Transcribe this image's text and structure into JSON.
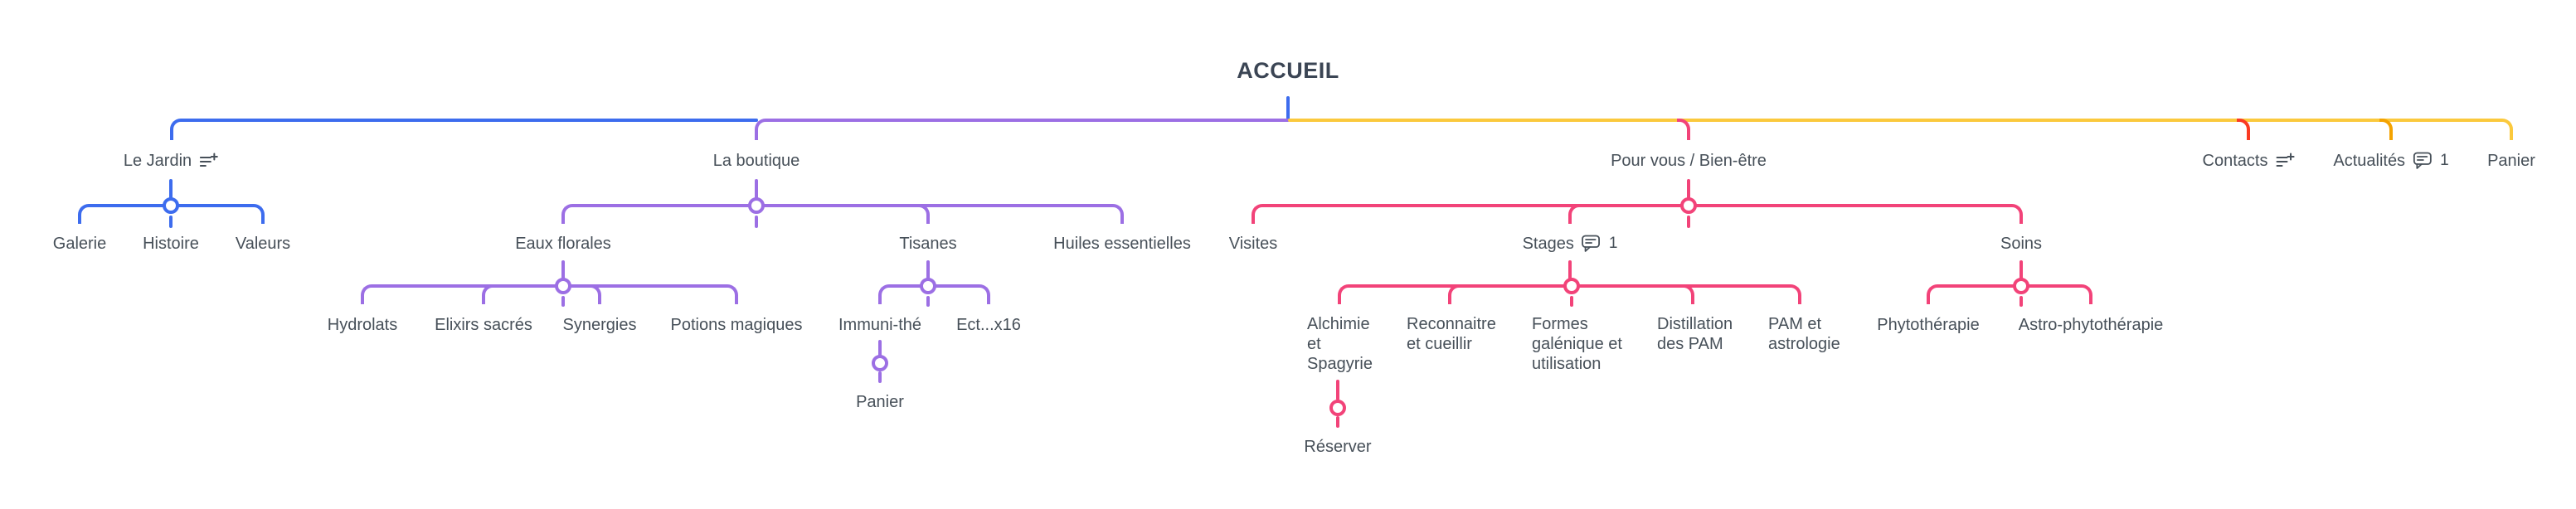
{
  "title": "ACCUEIL",
  "colors": {
    "blue": "#3D6CEE",
    "purple": "#9C6FE4",
    "pink": "#F24379",
    "red": "#FA3A22",
    "orange": "#F4A301",
    "yellow": "#FBC93D",
    "text": "#475059",
    "title_text": "#3B4554",
    "background": "#FFFFFF"
  },
  "sections": {
    "jardin": {
      "label": "Le Jardin",
      "icon": "notes-add-icon",
      "color": "#3D6CEE",
      "children": {
        "galerie": "Galerie",
        "histoire": "Histoire",
        "valeurs": "Valeurs"
      }
    },
    "boutique": {
      "label": "La boutique",
      "color": "#9C6FE4",
      "children": {
        "eaux_florales": {
          "label": "Eaux florales",
          "children": {
            "hydrolats": "Hydrolats",
            "elixirs_sacres": "Elixirs sacrés",
            "synergies": "Synergies",
            "potions_magiques": "Potions magiques"
          }
        },
        "tisanes": {
          "label": "Tisanes",
          "children": {
            "immuni_the": {
              "label": "Immuni-thé",
              "children": {
                "panier": "Panier"
              }
            },
            "ect": "Ect...x16"
          }
        },
        "huiles_essentielles": "Huiles essentielles"
      }
    },
    "pour_vous": {
      "label": "Pour vous / Bien-être",
      "color": "#F24379",
      "children": {
        "visites": "Visites",
        "stages": {
          "label": "Stages",
          "badge_icon": "comments-icon",
          "badge": "1",
          "children": {
            "alchimie": {
              "label": "Alchimie et Spagyrie",
              "children": {
                "reserver": "Réserver"
              }
            },
            "reconnaitre": "Reconnaitre et cueillir",
            "formes": "Formes galénique et utilisation",
            "distillation": "Distillation des PAM",
            "pam": "PAM et astrologie"
          }
        },
        "soins": {
          "label": "Soins",
          "children": {
            "phytotherapie": "Phytothérapie",
            "astro_phytotherapie": "Astro-phytothérapie"
          }
        }
      }
    },
    "contacts": {
      "label": "Contacts",
      "icon": "notes-add-icon",
      "color": "#FA3A22"
    },
    "actualites": {
      "label": "Actualités",
      "badge_icon": "comments-icon",
      "badge": "1",
      "color": "#F4A301"
    },
    "panier": {
      "label": "Panier",
      "color": "#FBC93D"
    }
  }
}
